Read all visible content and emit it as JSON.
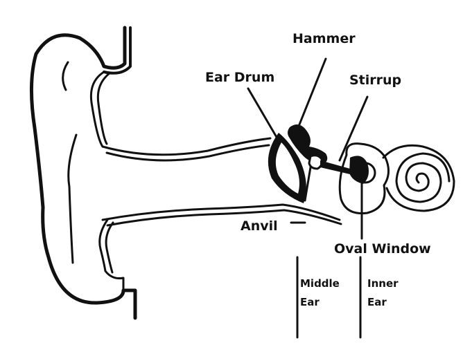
{
  "labels": {
    "hammer": "Hammer",
    "ear_drum": "Ear Drum",
    "stirrup": "Stirrup",
    "anvil": "Anvil",
    "oval_window": "Oval Window",
    "middle_ear_line1": "Middle",
    "middle_ear_line2": "Ear",
    "inner_ear_line1": "Inner",
    "inner_ear_line2": "Ear"
  },
  "colors": {
    "ink": "#111111",
    "background": "#ffffff"
  }
}
